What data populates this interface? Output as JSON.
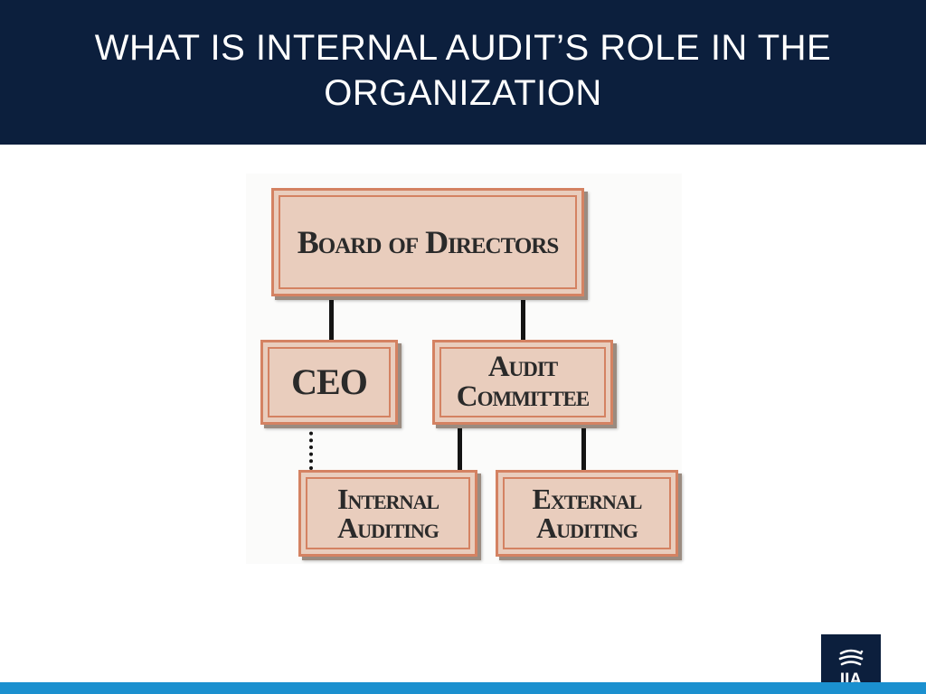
{
  "slide": {
    "title": "WHAT IS INTERNAL AUDIT’S ROLE IN THE ORGANIZATION"
  },
  "org_chart": {
    "nodes": {
      "board": "Board of Directors",
      "ceo": "CEO",
      "audit_committee_line1": "Audit",
      "audit_committee_line2": "Committee",
      "internal_line1": "Internal",
      "internal_line2": "Auditing",
      "external_line1": "External",
      "external_line2": "Auditing"
    },
    "edges": [
      {
        "from": "board",
        "to": "ceo",
        "style": "solid"
      },
      {
        "from": "board",
        "to": "audit_committee",
        "style": "solid"
      },
      {
        "from": "ceo",
        "to": "internal_auditing",
        "style": "dotted"
      },
      {
        "from": "audit_committee",
        "to": "internal_auditing",
        "style": "solid"
      },
      {
        "from": "audit_committee",
        "to": "external_auditing",
        "style": "solid"
      }
    ],
    "colors": {
      "box_fill": "#e9cdbd",
      "box_border": "#d48262",
      "connector": "#141414"
    }
  },
  "branding": {
    "logo_icon": "iia-globe-icon",
    "logo_text": "IIA",
    "header_color": "#0c1f3d",
    "accent_bar_color": "#1b90cf"
  }
}
